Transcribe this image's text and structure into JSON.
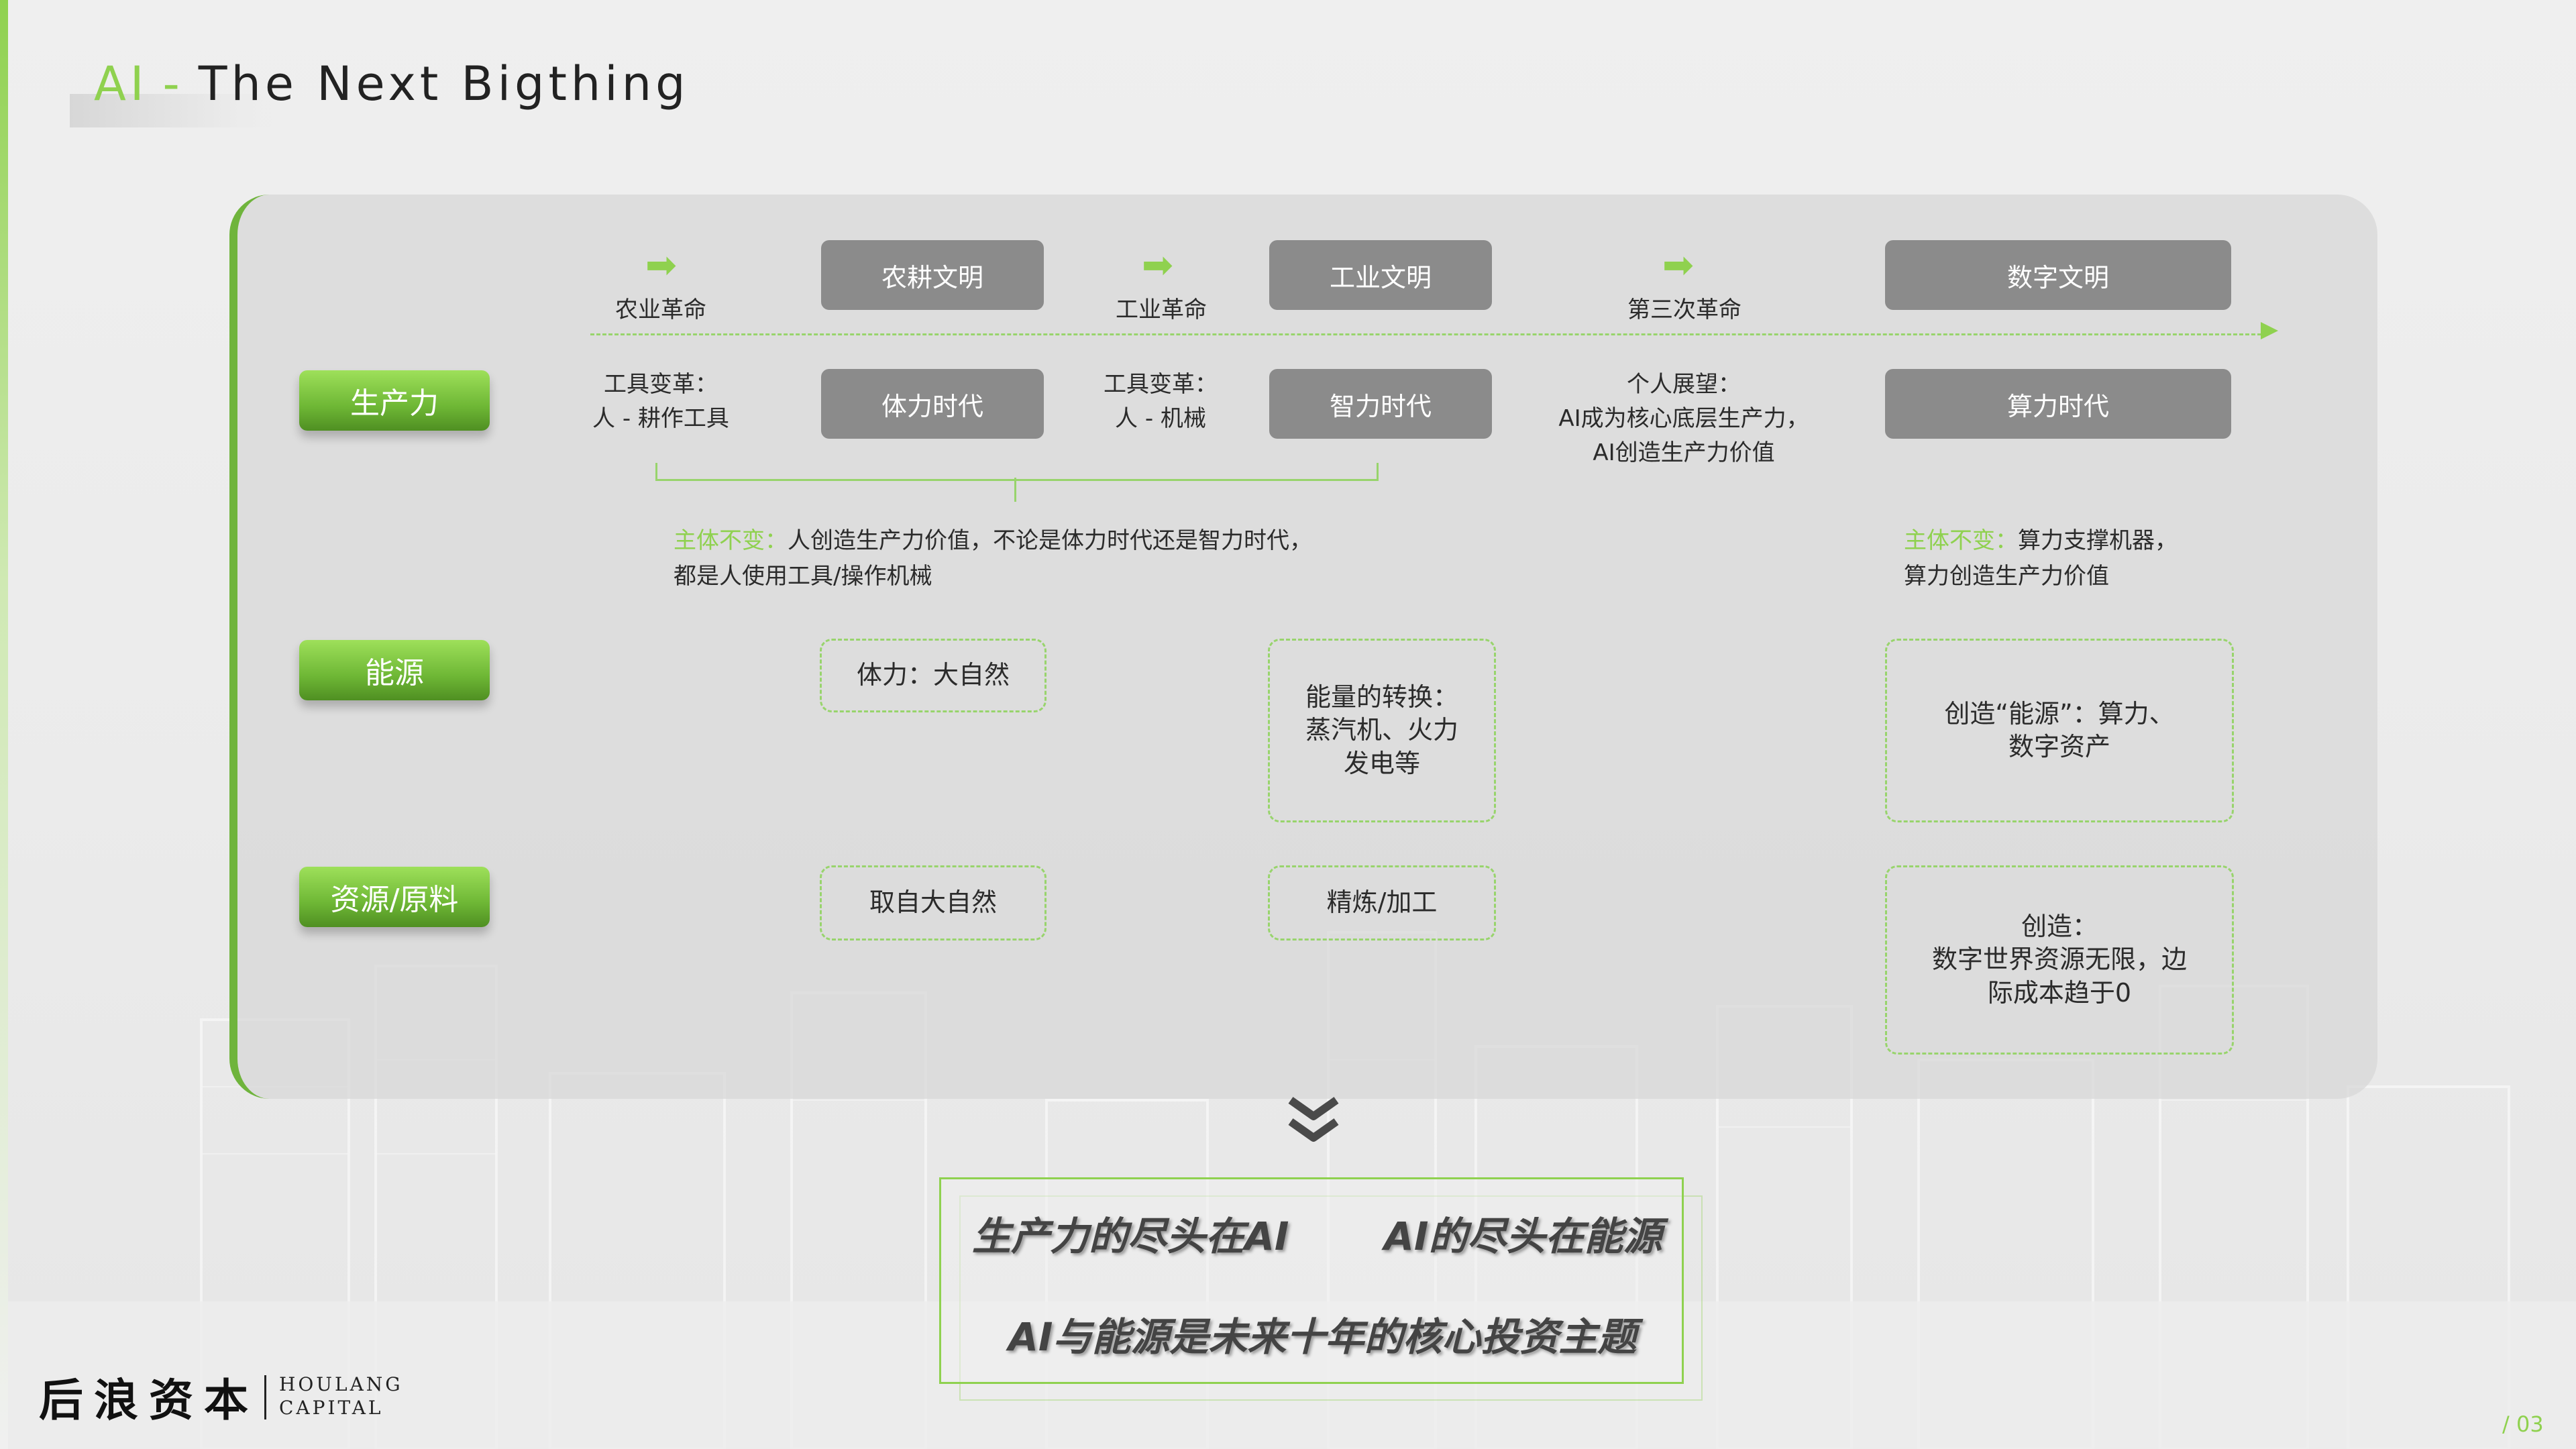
{
  "title": {
    "ai": "AI",
    "dash": "-",
    "rest": "The Next Bigthing"
  },
  "revolutions": [
    {
      "label": "农业革命"
    },
    {
      "label": "工业革命"
    },
    {
      "label": "第三次革命"
    }
  ],
  "civilizations": [
    "农耕文明",
    "工业文明",
    "数字文明"
  ],
  "rows": {
    "productivity": "生产力",
    "energy": "能源",
    "resources": "资源/原料"
  },
  "productivity": {
    "tool1": [
      "工具变革：",
      "人 - 耕作工具"
    ],
    "era1": "体力时代",
    "tool2": [
      "工具变革：",
      "人 - 机械"
    ],
    "era2": "智力时代",
    "vision": [
      "个人展望：",
      "AI成为核心底层生产力，",
      "AI创造生产力价值"
    ],
    "era3": "算力时代"
  },
  "notes": {
    "left_hl": "主体不变：",
    "left_line1": "人创造生产力价值，不论是体力时代还是智力时代，",
    "left_line2": "都是人使用工具/操作机械",
    "right_hl": "主体不变：",
    "right_line1": "算力支撑机器，",
    "right_line2": "算力创造生产力价值"
  },
  "energy": {
    "a": "体力：大自然",
    "b": [
      "能量的转换：",
      "蒸汽机、火力",
      "发电等"
    ],
    "c": [
      "创造“能源”：算力、",
      "数字资产"
    ]
  },
  "resources": {
    "a": "取自大自然",
    "b": "精炼/加工",
    "c": [
      "创造：",
      "数字世界资源无限，边",
      "际成本趋于0"
    ]
  },
  "summary": {
    "line1a": "生产力的尽头在AI",
    "line1b": "AI的尽头在能源",
    "line2": "AI与能源是未来十年的核心投资主题"
  },
  "logo": {
    "cn": "后浪资本",
    "en1": "HOULANG",
    "en2": "CAPITAL"
  },
  "page": "/ 03",
  "colors": {
    "accent": "#8fd14f",
    "box_gray": "#8b8b8b",
    "panel": "#d7d7d7"
  }
}
